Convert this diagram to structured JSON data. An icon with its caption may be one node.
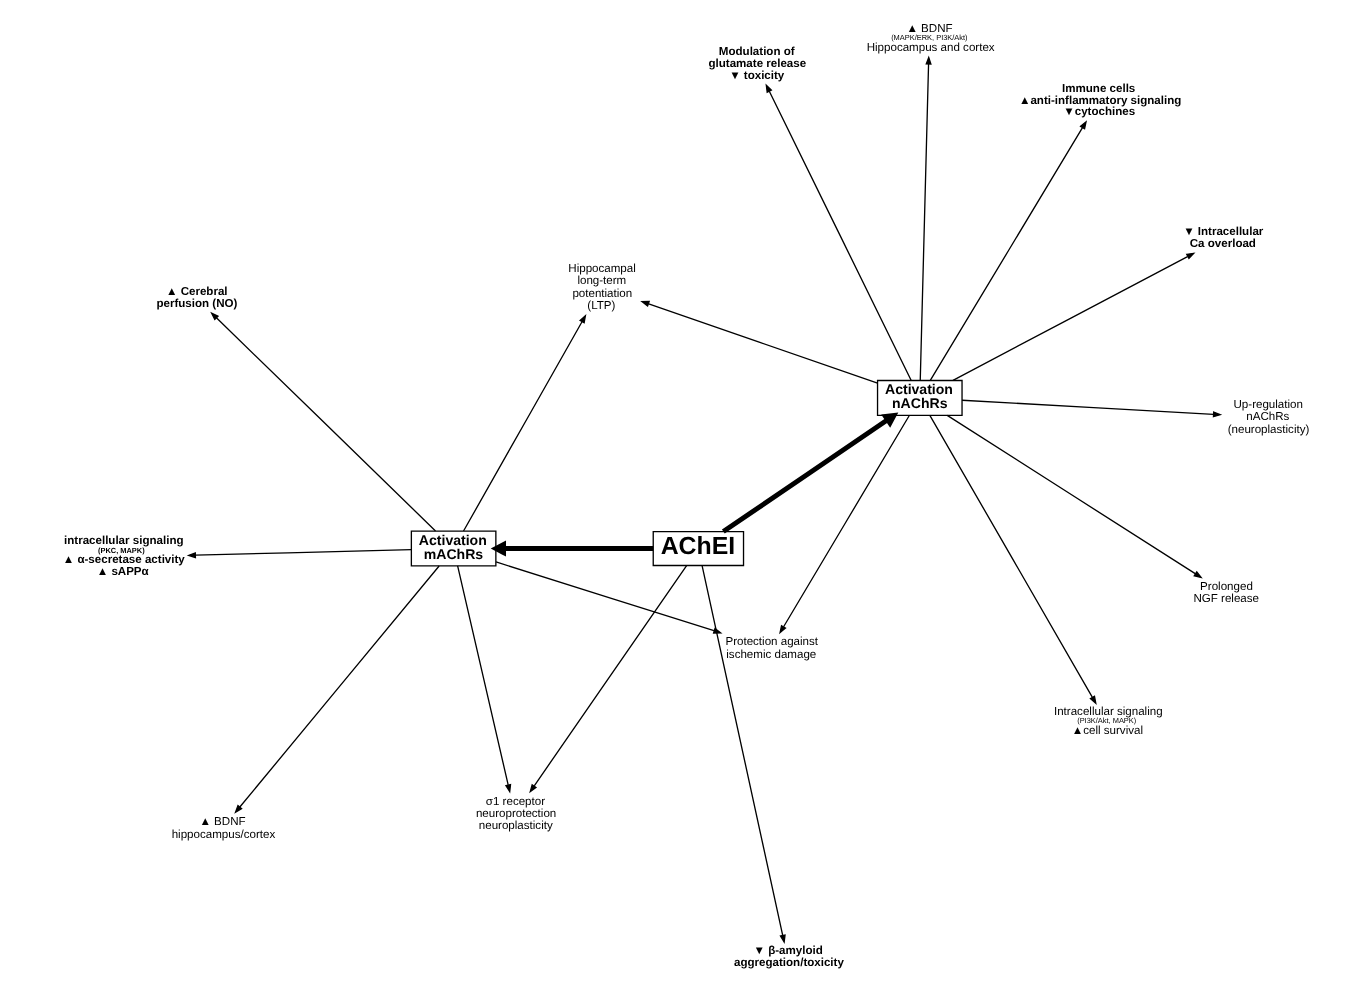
{
  "diagram": {
    "nodes": [
      {
        "text": [
          "AChEI"
        ]
      },
      {
        "text": [
          "Activation mAChRs"
        ]
      },
      {
        "text": [
          "Activation nAChRs"
        ]
      },
      {
        "text": [
          "▲ BDNF",
          "hippocampus/cortex"
        ]
      },
      {
        "text": [
          "▼ β-amyloid aggregation/toxicity"
        ]
      },
      {
        "text": [
          "σ1 receptor",
          "neuroprotection",
          "neuroplasticity"
        ]
      },
      {
        "text": [
          "Up-regulation nAChRs (neuroplasticity)"
        ]
      },
      {
        "text": [
          "▲ Cerebral perfusion (NO)"
        ]
      },
      {
        "text": [
          "Prolonged NGF release"
        ]
      },
      {
        "text": [
          "▼ Intracellular Ca overload"
        ]
      },
      {
        "text": [
          "Hippocampal long-term potentiation (LTP)"
        ]
      },
      {
        "text": [
          "Intracellular signaling",
          "(PI3K/Akt, MAPK)",
          "▲cell survival"
        ]
      },
      {
        "text": [
          "intracellular signaling",
          "(PKC, MAPK)",
          "▲ α-secretase activity",
          "▲ sAPPα"
        ]
      },
      {
        "text": [
          "Modulation of glutamate release",
          "▼ toxicity"
        ]
      },
      {
        "text": [
          "Protection against ischemic damage"
        ]
      },
      {
        "text": [
          "▲ BDNF",
          "(MAPK/ERK, PI3K/Akt)",
          "Hippocampus and cortex"
        ]
      },
      {
        "text": [
          "Immune cells",
          "▲anti-inflammatory signaling",
          "▼cytochines"
        ]
      }
    ],
    "edges": [
      {
        "from": 0,
        "to": 1,
        "arrow": "to",
        "style": "thick"
      },
      {
        "from": 0,
        "to": 2,
        "arrow": "to",
        "style": "thick"
      },
      {
        "from": 0,
        "to": 4,
        "arrow": "to"
      },
      {
        "from": 0,
        "to": 5,
        "arrow": "to"
      },
      {
        "from": 1,
        "to": 3,
        "arrow": "to"
      },
      {
        "from": 1,
        "to": 5,
        "arrow": "to"
      },
      {
        "from": 1,
        "to": 7,
        "arrow": "to"
      },
      {
        "from": 1,
        "to": 10,
        "arrow": "to"
      },
      {
        "from": 1,
        "to": 12,
        "arrow": "to"
      },
      {
        "from": 1,
        "to": 14,
        "arrow": "to"
      },
      {
        "from": 2,
        "to": 6,
        "arrow": "to"
      },
      {
        "from": 2,
        "to": 8,
        "arrow": "to"
      },
      {
        "from": 2,
        "to": 9,
        "arrow": "to"
      },
      {
        "from": 2,
        "to": 10,
        "arrow": "to"
      },
      {
        "from": 2,
        "to": 11,
        "arrow": "to"
      },
      {
        "from": 2,
        "to": 13,
        "arrow": "to"
      },
      {
        "from": 2,
        "to": 14,
        "arrow": "to"
      },
      {
        "from": 2,
        "to": 15,
        "arrow": "to"
      },
      {
        "from": 2,
        "to": 16,
        "arrow": "to"
      }
    ]
  }
}
